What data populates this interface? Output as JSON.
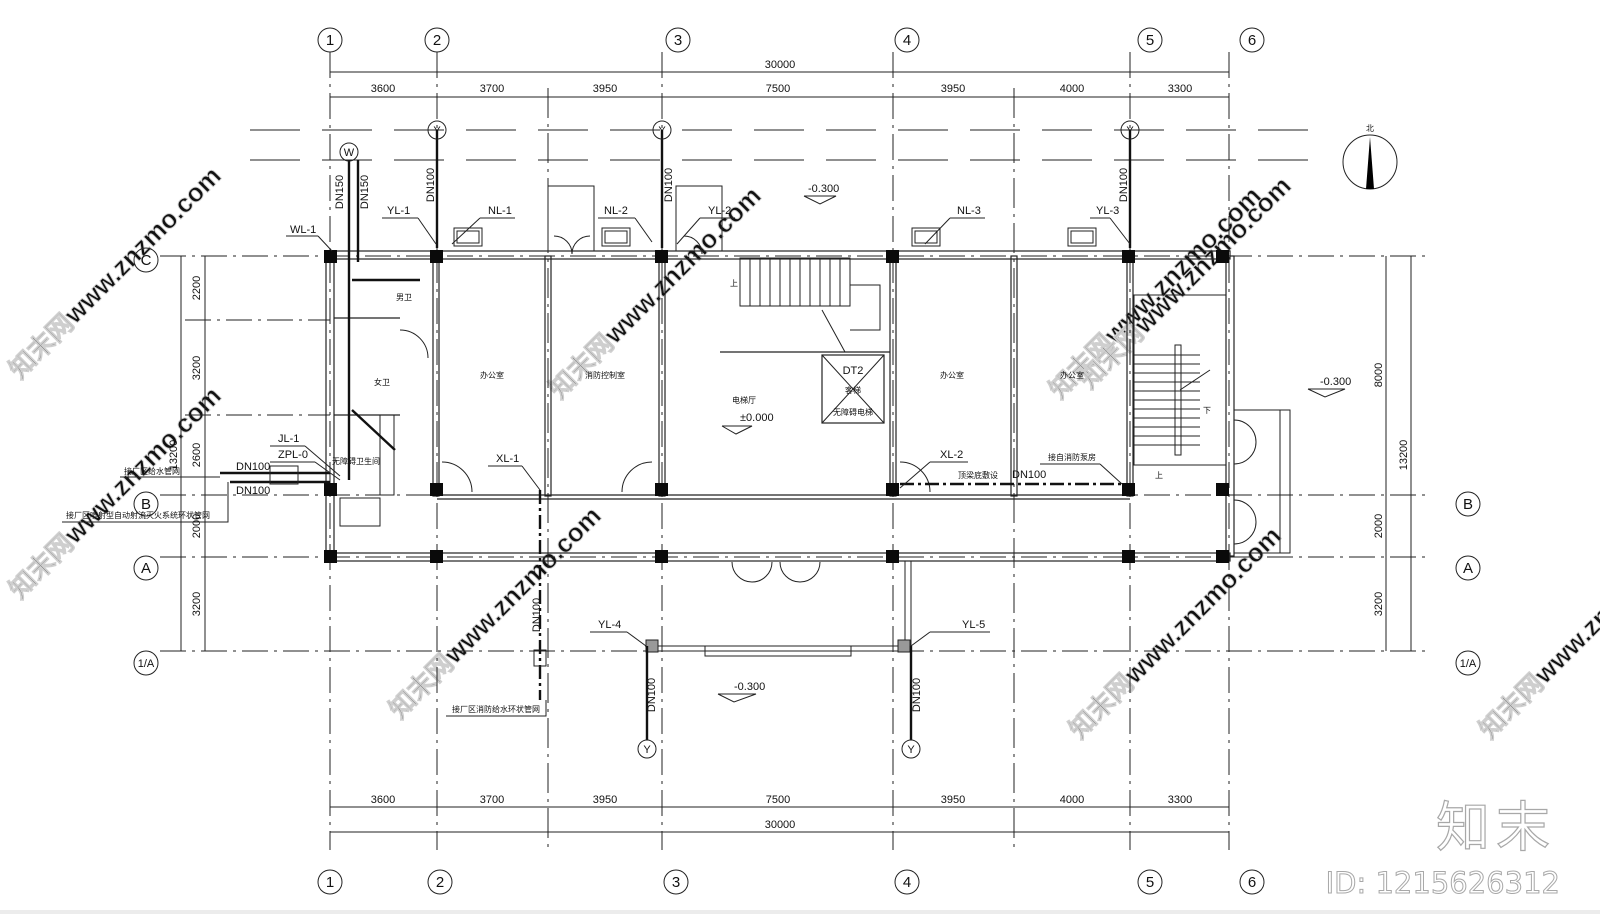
{
  "drawing": {
    "type": "water supply and drainage floor plan",
    "axes_columns": [
      "1",
      "2",
      "3",
      "4",
      "5",
      "6"
    ],
    "axes_rows": [
      "C",
      "B",
      "A",
      "1/A"
    ],
    "top_dims": [
      "3600",
      "3700",
      "3950",
      "7500",
      "3950",
      "4000",
      "3300"
    ],
    "top_total": "30000",
    "bottom_dims": [
      "3600",
      "3700",
      "3950",
      "7500",
      "3950",
      "4000",
      "3300"
    ],
    "bottom_total": "30000",
    "left_dims": [
      "2200",
      "3200",
      "2600",
      "2000",
      "3200"
    ],
    "left_total": "13200",
    "right_dims": [
      "8000",
      "2000",
      "3200"
    ],
    "right_total": "13200",
    "north_label": "北"
  },
  "rooms": {
    "office_1": "办公室",
    "fire_control": "消防控制室",
    "elevator_hall": "电梯厅",
    "office_2": "办公室",
    "office_3": "办公室",
    "men_wc": "男卫",
    "women_wc": "女卫",
    "accessible_wc": "无障碍卫生间",
    "elevator": "DT2",
    "elevator_sub": "客梯",
    "elevator_note": "无障碍电梯"
  },
  "levels": {
    "north_outdoor": "-0.300",
    "east_outdoor": "-0.300",
    "south_outdoor": "-0.300",
    "hall": "±0.000"
  },
  "pipes": {
    "wl1": "WL-1",
    "yl1": "YL-1",
    "nl1": "NL-1",
    "nl2": "NL-2",
    "yl2": "YL-2",
    "nl3": "NL-3",
    "yl3": "YL-3",
    "yl4": "YL-4",
    "yl5": "YL-5",
    "jl1": "JL-1",
    "zpl0": "ZPL-0",
    "xl1": "XL-1",
    "xl2": "XL-2",
    "dn150a": "DN150",
    "dn150b": "DN150",
    "dn100_yl1": "DN100",
    "dn100_yl2": "DN100",
    "dn100_yl3": "DN100",
    "dn100_supply": "DN100",
    "dn100_spray": "DN100",
    "dn100_fire": "DN100",
    "dn100_yl4": "DN100",
    "dn100_yl5": "DN100",
    "dn100_beam": "DN100",
    "w_symbol": "W",
    "y_symbol": "Y"
  },
  "notes": {
    "supply_in": "接厂区给水管网",
    "spray_in": "接厂区喷射型自动射流灭火系统环状管网",
    "fire_in": "接厂区消防给水环状管网",
    "pump_room": "接自消防泵房",
    "beam_lay": "顶梁底敷设",
    "stair_up": "上",
    "stair_down": "下"
  },
  "watermark": {
    "text": "知末网www.znzmo.com",
    "brand": "知末",
    "id": "ID: 1215626312"
  }
}
